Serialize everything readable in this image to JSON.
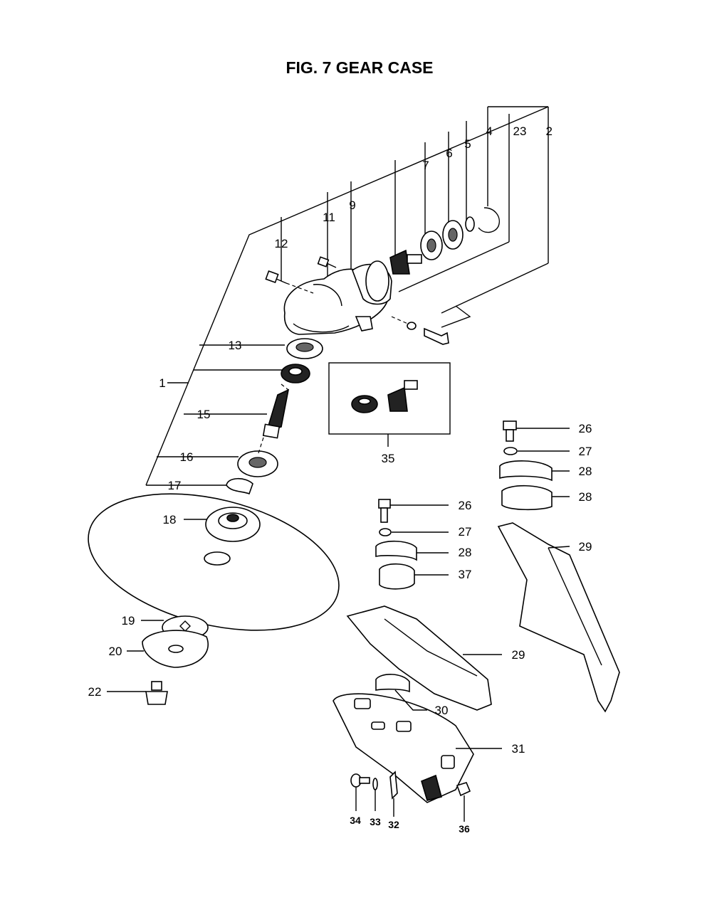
{
  "figure": {
    "title": "FIG. 7  GEAR CASE"
  },
  "labels": {
    "p1": "1",
    "p2": "2",
    "p4": "4",
    "p5": "5",
    "p6": "6",
    "p7": "7",
    "p9": "9",
    "p11": "11",
    "p12": "12",
    "p13": "13",
    "p15": "15",
    "p16": "16",
    "p17": "17",
    "p18": "18",
    "p19": "19",
    "p20": "20",
    "p22": "22",
    "p23": "23",
    "p26a": "26",
    "p27a": "27",
    "p28a": "28",
    "p28b": "28",
    "p29a": "29",
    "p26b": "26",
    "p27b": "27",
    "p28c": "28",
    "p37": "37",
    "p29b": "29",
    "p30": "30",
    "p31": "31",
    "p32": "32",
    "p33": "33",
    "p34": "34",
    "p35": "35",
    "p36": "36"
  }
}
